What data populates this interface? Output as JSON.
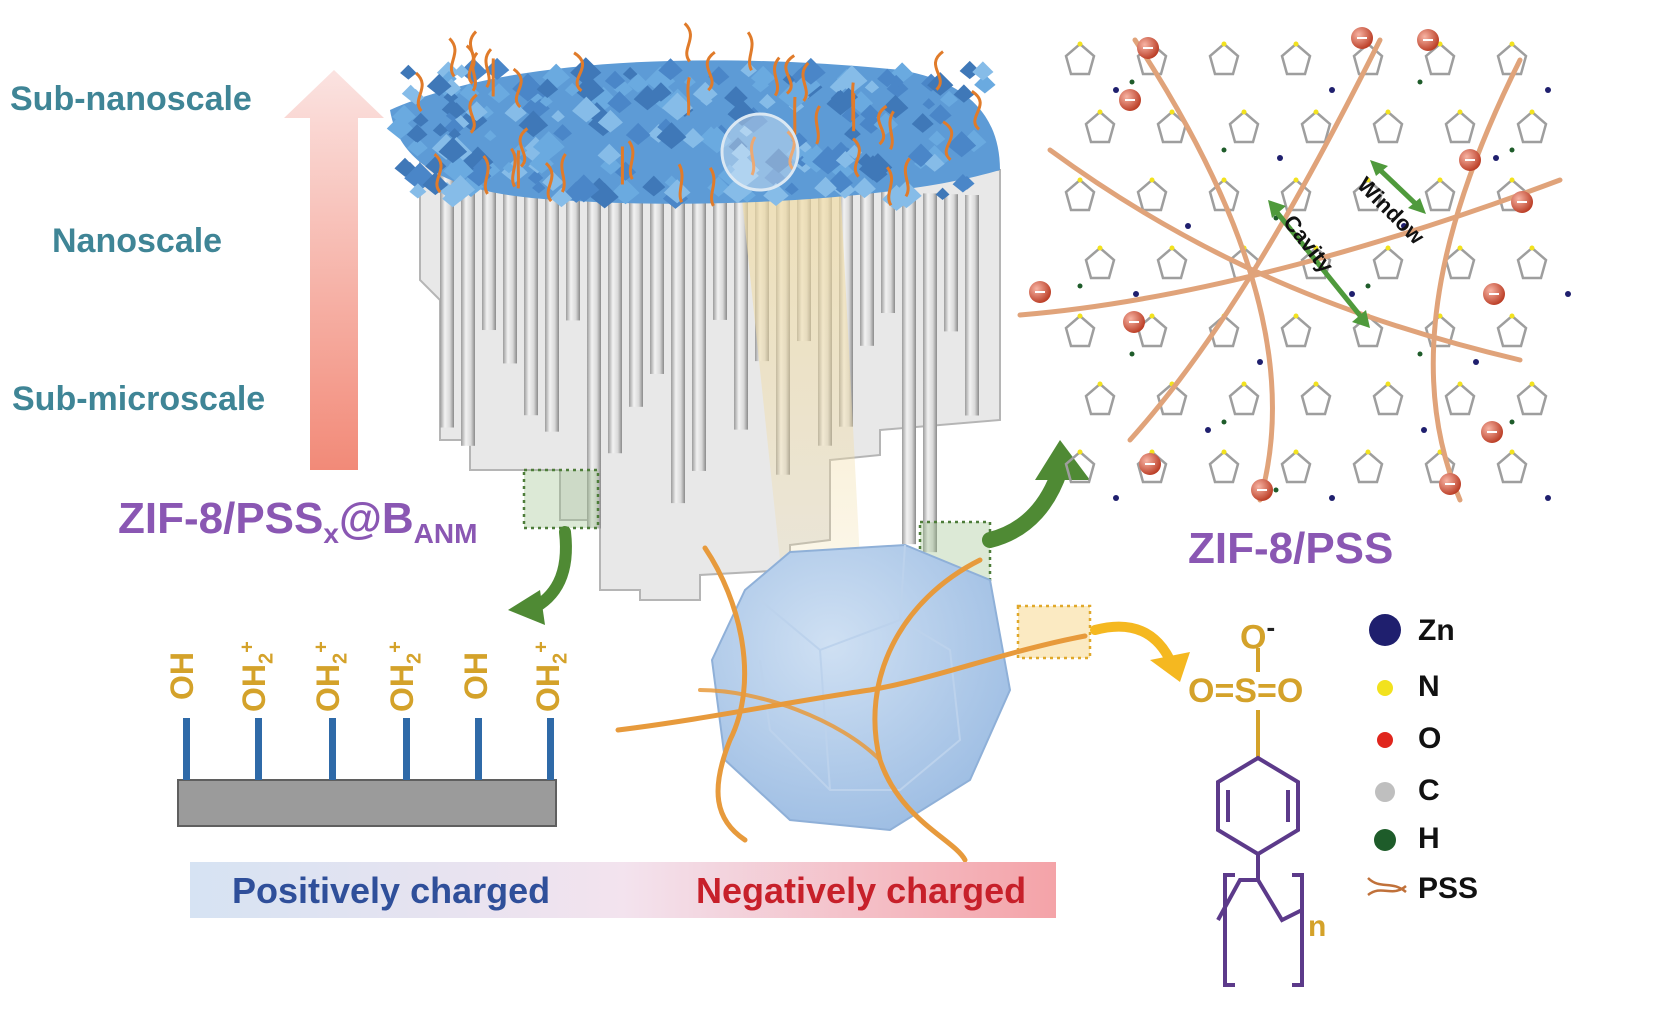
{
  "scales": {
    "top": "Sub-nanoscale",
    "middle": "Nanoscale",
    "bottom": "Sub-microscale"
  },
  "membrane_label": {
    "main": "ZIF-8/PSS",
    "sub1": "x",
    "at": "@B",
    "sub2": "ANM"
  },
  "framework_label": "ZIF-8/PSS",
  "framework_arrows": {
    "window": "Window",
    "cavity": "Cavity"
  },
  "surface_groups": {
    "oh": "OH",
    "oh2_main": "OH",
    "oh2_sub": "2",
    "oh2_sup": "+",
    "sequence": [
      "OH",
      "OH2+",
      "OH2+",
      "OH2+",
      "OH",
      "OH2+"
    ]
  },
  "charge_bar": {
    "positive": "Positively charged",
    "negative": "Negatively charged"
  },
  "pss_structure": {
    "o_minus": "O",
    "minus": "-",
    "sulfonyl": "O=S=O",
    "repeat_n": "n"
  },
  "legend": [
    {
      "symbol": "Zn",
      "color": "#1f1f6e"
    },
    {
      "symbol": "N",
      "color": "#f2e21e"
    },
    {
      "symbol": "O",
      "color": "#e0261d"
    },
    {
      "symbol": "C",
      "color": "#bfbfbf"
    },
    {
      "symbol": "H",
      "color": "#1e5c2a"
    },
    {
      "symbol": "PSS",
      "color": "#c0713a"
    }
  ],
  "colors": {
    "scale_text": "#3f8596",
    "purple_text": "#8a57b3",
    "gold_text": "#d4a22a",
    "positive_text": "#2f4f9a",
    "negative_text": "#c7202a",
    "green_arrow": "#4f8a34",
    "yellow_arrow": "#f5b820"
  }
}
